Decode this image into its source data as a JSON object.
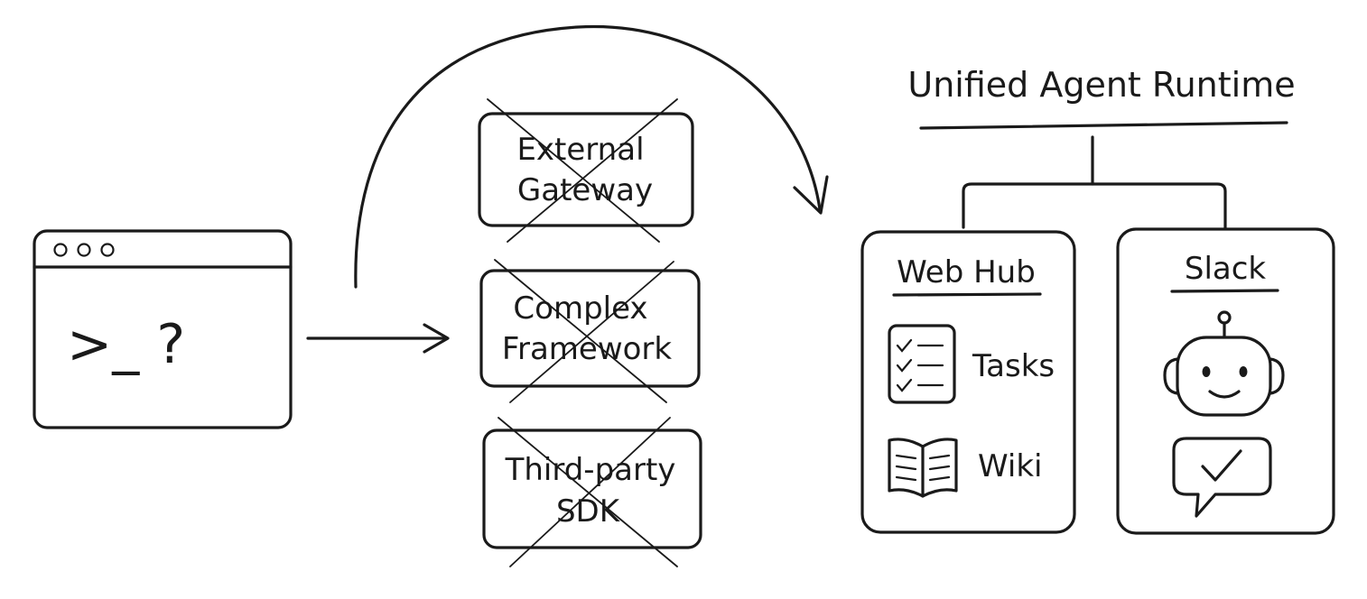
{
  "terminal": {
    "prompt": ">_ ?"
  },
  "rejected": [
    {
      "line1": "External",
      "line2": "Gateway"
    },
    {
      "line1": "Complex",
      "line2": "Framework"
    },
    {
      "line1": "Third-party",
      "line2": "SDK"
    }
  ],
  "runtime": {
    "title": "Unified Agent Runtime",
    "web_hub": {
      "title": "Web Hub",
      "items": [
        {
          "icon": "checklist-icon",
          "label": "Tasks"
        },
        {
          "icon": "book-icon",
          "label": "Wiki"
        }
      ]
    },
    "slack": {
      "title": "Slack",
      "icons": [
        "robot-icon",
        "chat-check-icon"
      ]
    }
  },
  "colors": {
    "ink": "#1a1a1a",
    "background": "#ffffff"
  }
}
